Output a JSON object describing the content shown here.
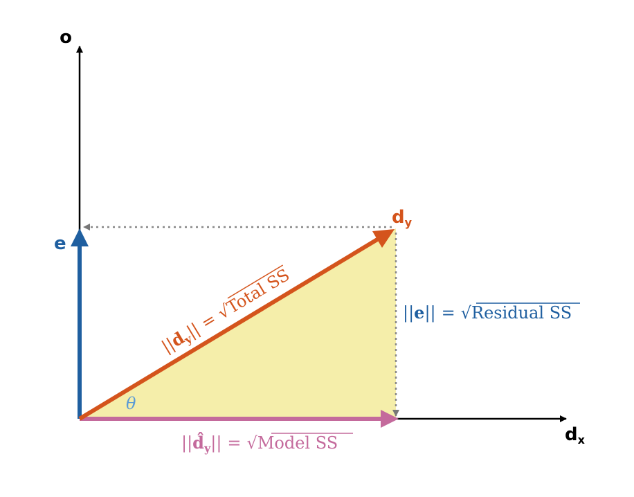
{
  "colors": {
    "blue": "#1f5fa0",
    "orange": "#d4541c",
    "pink": "#c46a9c",
    "yellow_fill": "#f5eeaa",
    "axis": "#000000",
    "dotted": "#888888",
    "theta": "#5b9bd5"
  },
  "axes": {
    "y_label": "o",
    "x_label_main": "d",
    "x_label_sub": "x"
  },
  "vectors": {
    "e_label": "e",
    "dy_label_main": "d",
    "dy_label_sub": "y"
  },
  "angle": {
    "label": "θ"
  },
  "equations": {
    "total": {
      "lhs_bars_open": "||",
      "lhs_vec": "d",
      "lhs_sub": "y",
      "lhs_bars_close": "||",
      "equals": "=",
      "radical": "√",
      "radicand": "Total SS"
    },
    "residual": {
      "lhs_bars_open": "||",
      "lhs_vec": "e",
      "lhs_bars_close": "||",
      "equals": "=",
      "radical": "√",
      "radicand": "Residual SS"
    },
    "model": {
      "lhs_bars_open": "||",
      "lhs_vec": "d̂",
      "lhs_sub": "y",
      "lhs_bars_close": "||",
      "equals": "=",
      "radical": "√",
      "radicand": "Model SS"
    }
  }
}
